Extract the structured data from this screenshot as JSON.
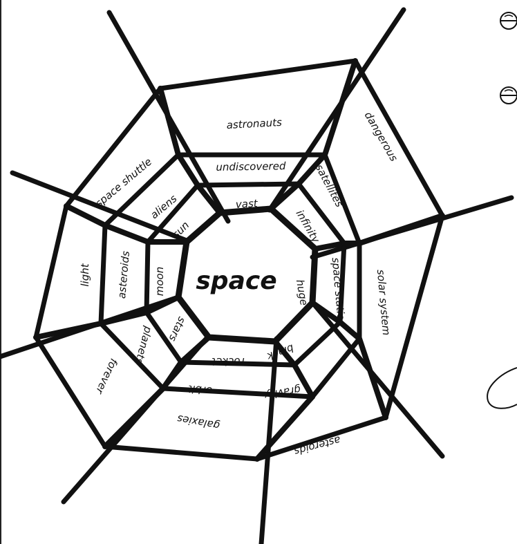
{
  "center_word": "space",
  "rings": {
    "inner": [
      {
        "text": "vast"
      },
      {
        "text": "infinity"
      },
      {
        "text": "huge"
      },
      {
        "text": "black"
      },
      {
        "text": "rocket"
      },
      {
        "text": "stars"
      },
      {
        "text": "moon"
      },
      {
        "text": "sun"
      }
    ],
    "second": [
      {
        "text": "undiscovered"
      },
      {
        "text": "satellites"
      },
      {
        "text": "space station"
      },
      {
        "text": "gravity"
      },
      {
        "text": "orbit"
      },
      {
        "text": "planets"
      },
      {
        "text": "asteroids"
      },
      {
        "text": "aliens"
      }
    ],
    "outer": [
      {
        "text": "astronauts"
      },
      {
        "text": "dangerous"
      },
      {
        "text": "solar system"
      },
      {
        "text": "asteroids"
      },
      {
        "text": "galaxies"
      },
      {
        "text": "forever"
      },
      {
        "text": "light"
      },
      {
        "text": "space shuttle"
      }
    ]
  },
  "colors": {
    "line": "#111111",
    "background": "#ffffff"
  },
  "margin_icons": [
    "hole-punch-icon",
    "hole-punch-icon"
  ]
}
